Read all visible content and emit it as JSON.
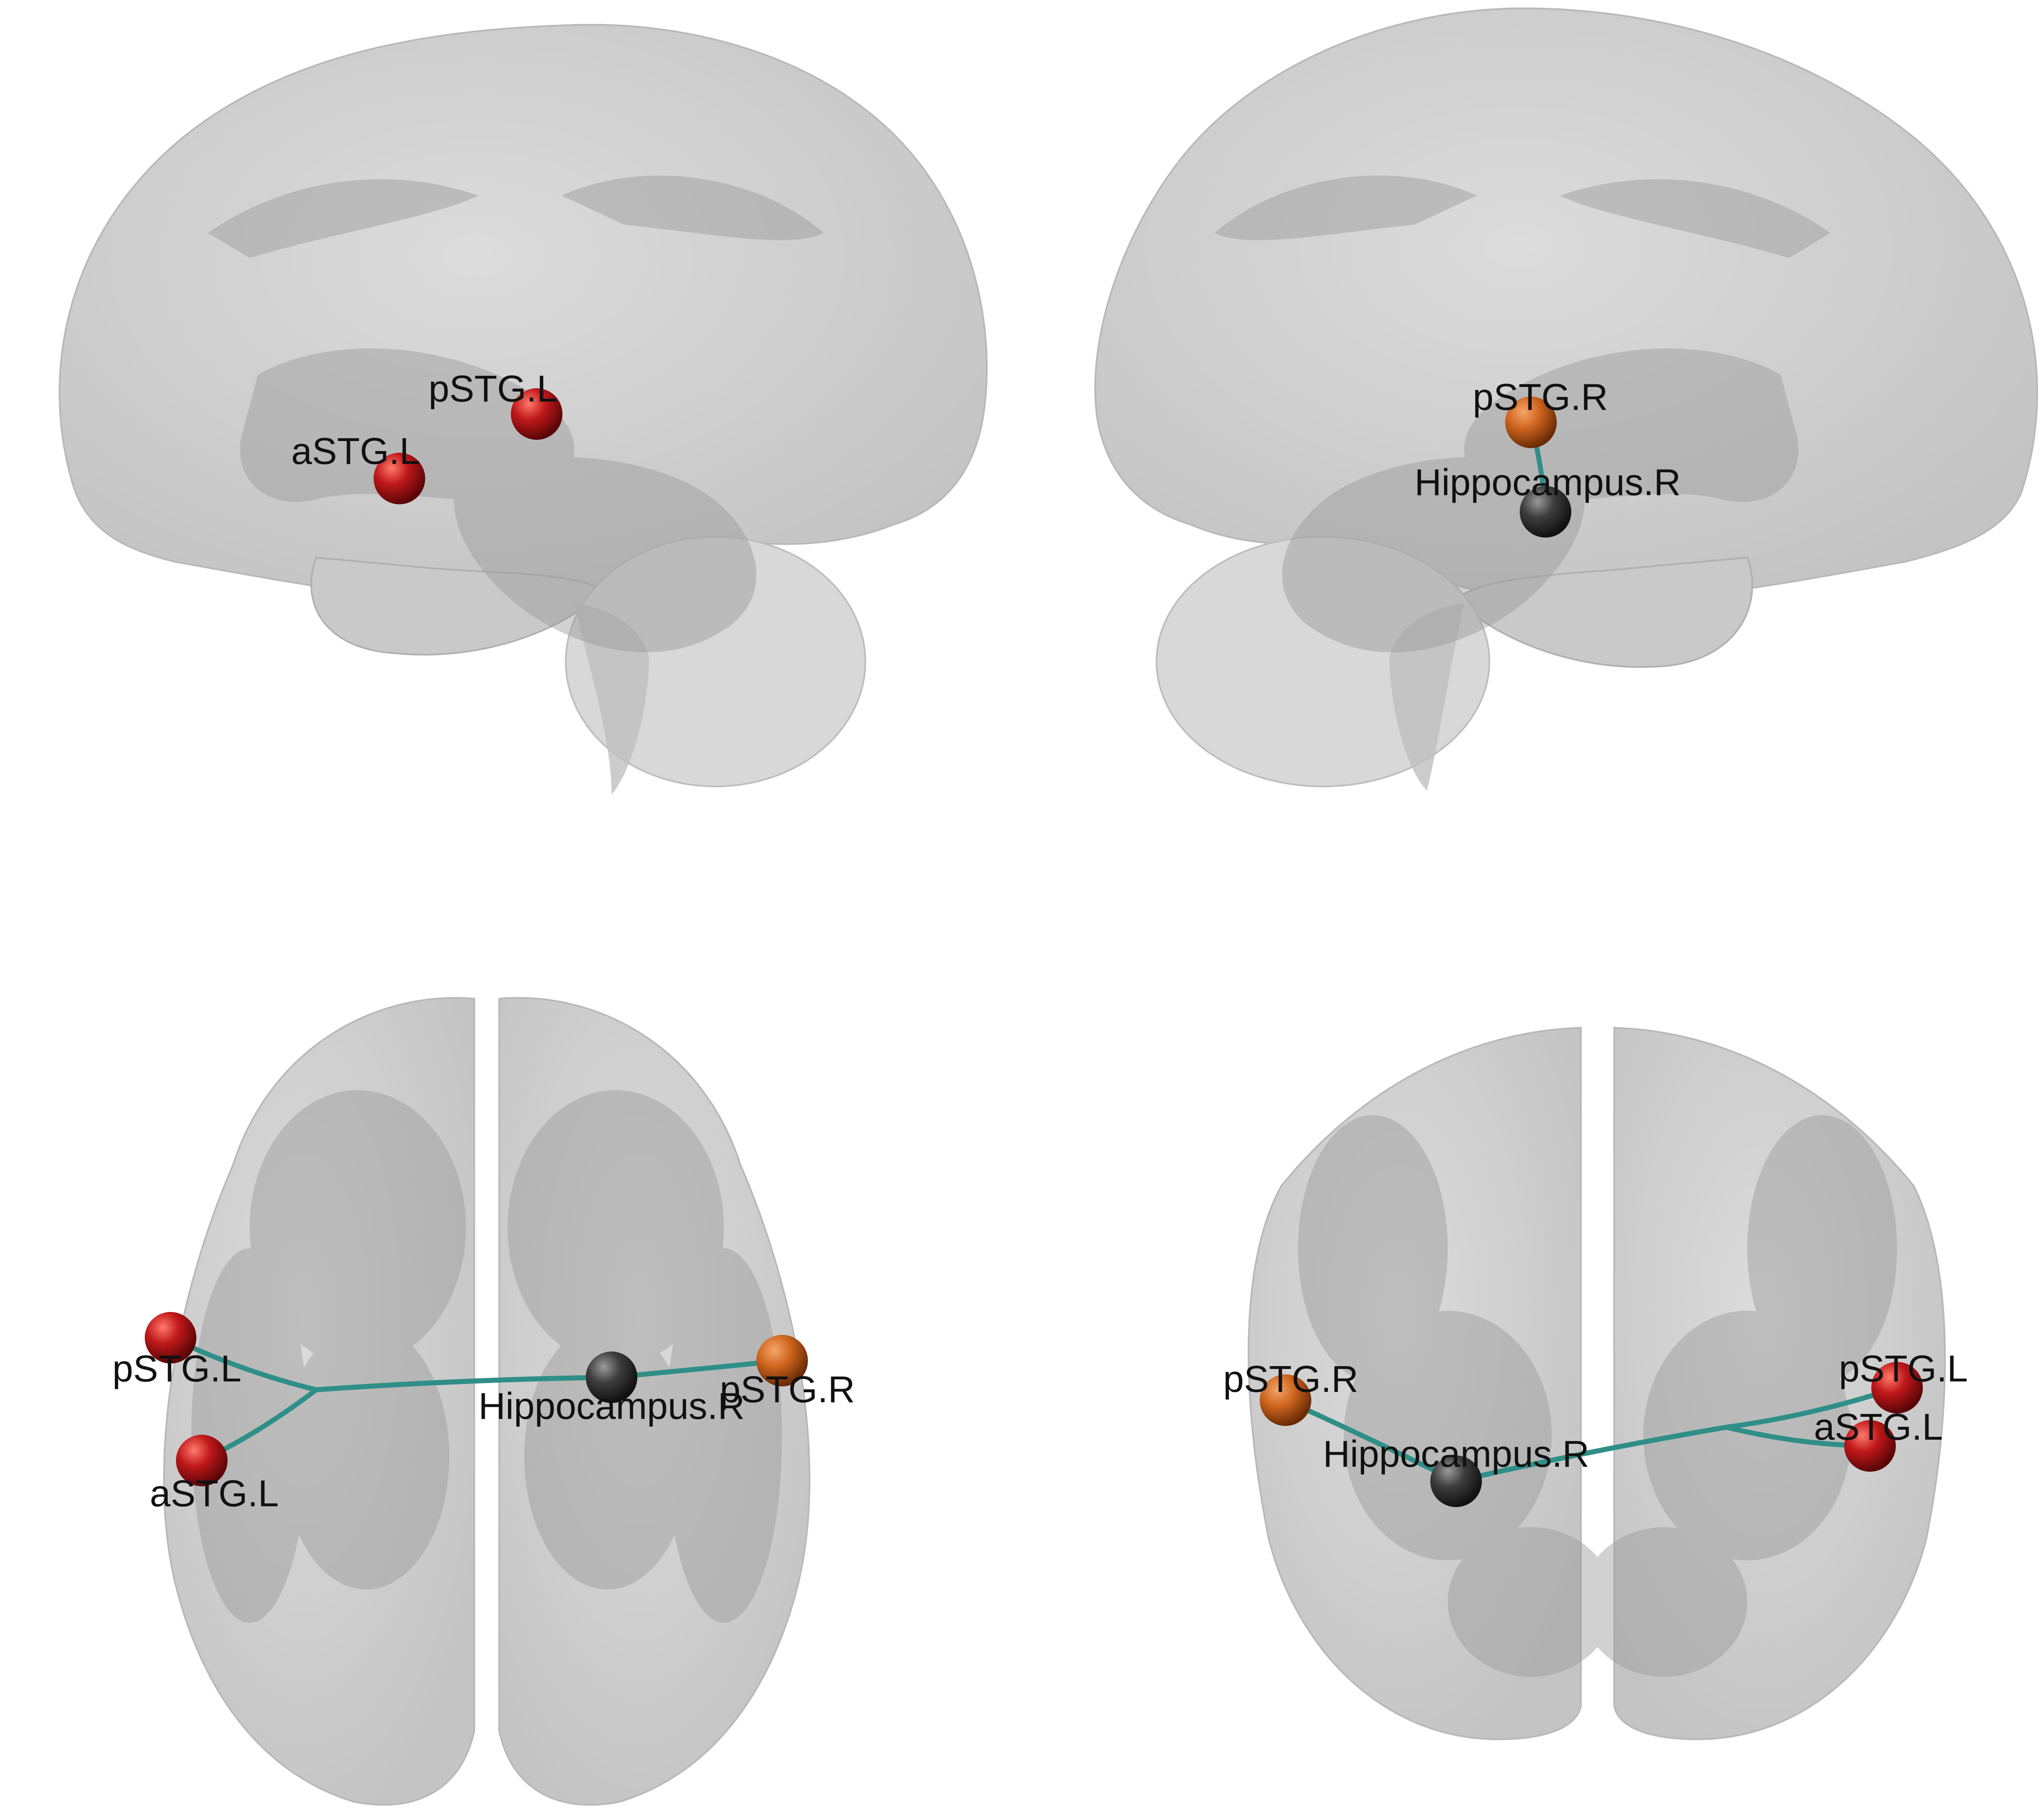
{
  "colors": {
    "background": "#ffffff",
    "brain_fill": "#cfcfcf",
    "brain_deep": "#9a9a9a",
    "edge": "#2f8f88",
    "node_red": "#c0181a",
    "node_orange": "#d0661f",
    "node_gray": "#3d3d3d"
  },
  "views": [
    {
      "id": "sagittal-left",
      "nodes": [
        {
          "label": "pSTG.L",
          "color": "red"
        },
        {
          "label": "aSTG.L",
          "color": "red"
        }
      ]
    },
    {
      "id": "sagittal-right",
      "nodes": [
        {
          "label": "pSTG.R",
          "color": "orange"
        },
        {
          "label": "Hippocampus.R",
          "color": "gray"
        }
      ]
    },
    {
      "id": "axial",
      "nodes": [
        {
          "label": "pSTG.L",
          "color": "red"
        },
        {
          "label": "aSTG.L",
          "color": "red"
        },
        {
          "label": "Hippocampus.R",
          "color": "gray"
        },
        {
          "label": "pSTG.R",
          "color": "orange"
        }
      ]
    },
    {
      "id": "coronal",
      "nodes": [
        {
          "label": "pSTG.R",
          "color": "orange"
        },
        {
          "label": "Hippocampus.R",
          "color": "gray"
        },
        {
          "label": "pSTG.L",
          "color": "red"
        },
        {
          "label": "aSTG.L",
          "color": "red"
        }
      ]
    }
  ],
  "edges": [
    {
      "from": "pSTG.R",
      "to": "Hippocampus.R"
    },
    {
      "from": "pSTG.L",
      "to": "Hippocampus.R"
    },
    {
      "from": "aSTG.L",
      "to": "Hippocampus.R"
    }
  ]
}
